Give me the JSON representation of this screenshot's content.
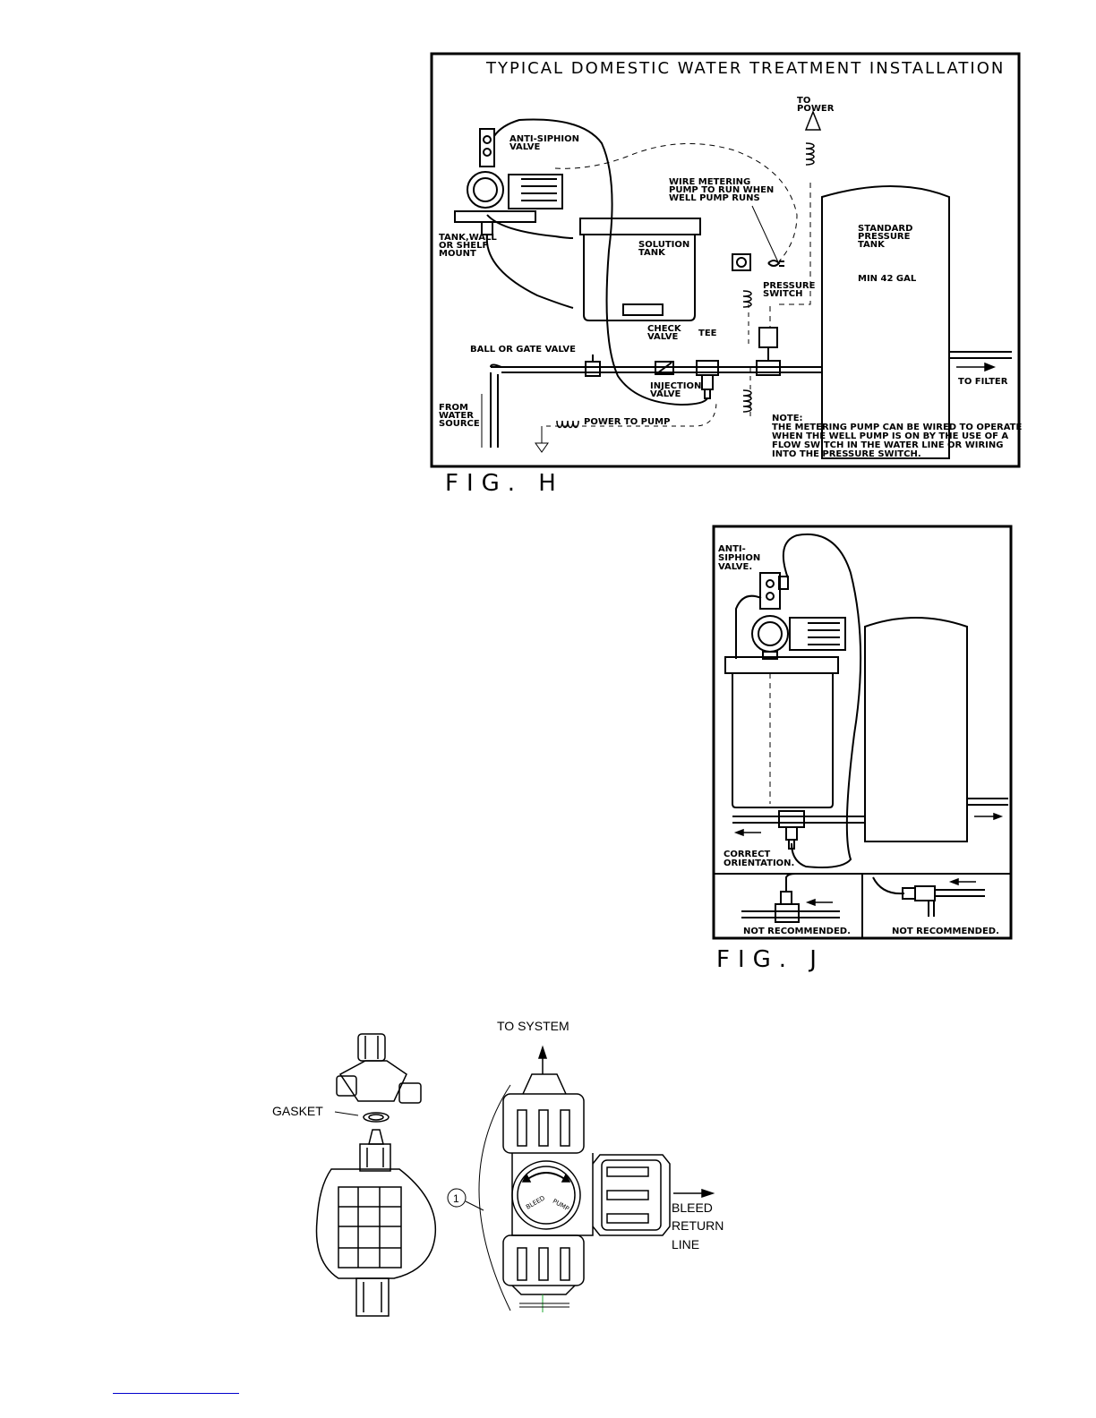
{
  "fig_h": {
    "title": "TYPICAL DOMESTIC WATER TREATMENT INSTALLATION",
    "caption": "FIG. H",
    "labels": {
      "to_power": [
        "TO",
        "POWER"
      ],
      "anti_siphon": [
        "ANTI-SIPHION",
        "VALVE"
      ],
      "wire_note": [
        "WIRE METERING",
        "PUMP TO RUN WHEN",
        "WELL PUMP RUNS"
      ],
      "standard_tank": [
        "STANDARD",
        "PRESSURE",
        "TANK"
      ],
      "min_gal": "MIN 42 GAL",
      "mount": [
        "TANK,WALL",
        "OR SHELF",
        "MOUNT"
      ],
      "solution_tank": [
        "SOLUTION",
        "TANK"
      ],
      "pressure_switch": [
        "PRESSURE",
        "SWITCH"
      ],
      "check_valve": [
        "CHECK",
        "VALVE"
      ],
      "tee": "TEE",
      "ball_gate": "BALL OR GATE VALVE",
      "injection_valve": [
        "INJECTION",
        "VALVE"
      ],
      "to_filter": "TO FILTER",
      "from_source": [
        "FROM",
        "WATER",
        "SOURCE"
      ],
      "power_to_pump": "POWER TO PUMP",
      "note": [
        "NOTE:",
        "THE METERING PUMP CAN BE WIRED TO OPERATE",
        "WHEN THE WELL PUMP IS ON BY THE USE OF A",
        "FLOW SWITCH IN THE WATER LINE OR WIRING",
        "INTO THE PRESSURE SWITCH."
      ]
    }
  },
  "fig_j": {
    "caption": "FIG. J",
    "labels": {
      "anti_siphon": [
        "ANTI-",
        "SIPHION",
        "VALVE."
      ],
      "correct": [
        "CORRECT",
        "ORIENTATION."
      ],
      "not_recommended_1": "NOT RECOMMENDED.",
      "not_recommended_2": "NOT RECOMMENDED."
    }
  },
  "bleed": {
    "gasket": "GASKET",
    "to_system": "TO SYSTEM",
    "bleed_return": [
      "BLEED",
      "RETURN",
      "LINE"
    ],
    "callout": "1",
    "knob": [
      "BLEED",
      "PUMP"
    ]
  },
  "colors": {
    "ink": "#000000",
    "link_rule": "#0000cc",
    "centerline": "#22aa33"
  }
}
